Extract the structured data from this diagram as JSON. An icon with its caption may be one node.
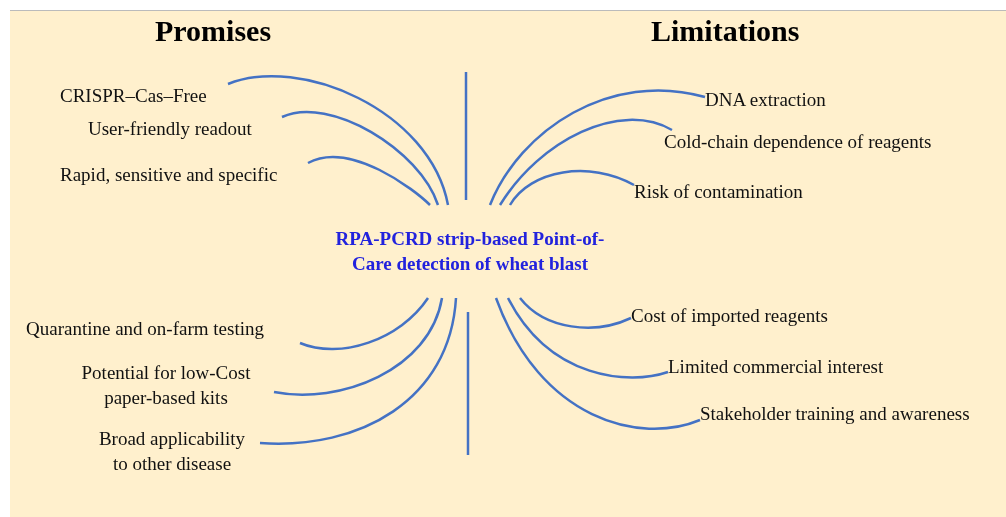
{
  "diagram": {
    "nodes": [
      {
        "text": [
          "RPA-PCRD strip-based Point-of-Care detection of wheat blast"
        ]
      },
      {
        "text": [
          "CRISPR–Cas–Free"
        ]
      },
      {
        "text": [
          "User-friendly readout"
        ]
      },
      {
        "text": [
          "Rapid, sensitive and specific"
        ]
      },
      {
        "text": [
          "Quarantine and on-farm testing"
        ]
      },
      {
        "text": [
          "Potential for low-Cost paper-based kits"
        ]
      },
      {
        "text": [
          "Broad applicability to other disease"
        ]
      },
      {
        "text": [
          "DNA extraction"
        ]
      },
      {
        "text": [
          "Cold-chain dependence of reagents"
        ]
      },
      {
        "text": [
          "Risk of contamination"
        ]
      },
      {
        "text": [
          "Cost of imported reagents"
        ]
      },
      {
        "text": [
          "Limited commercial interest"
        ]
      },
      {
        "text": [
          "Stakeholder training and awareness"
        ]
      }
    ],
    "edges": [
      {
        "from": 0,
        "to": 1,
        "arrow": "none"
      },
      {
        "from": 0,
        "to": 2,
        "arrow": "none"
      },
      {
        "from": 0,
        "to": 3,
        "arrow": "none"
      },
      {
        "from": 0,
        "to": 4,
        "arrow": "none"
      },
      {
        "from": 0,
        "to": 5,
        "arrow": "none"
      },
      {
        "from": 0,
        "to": 6,
        "arrow": "none"
      },
      {
        "from": 0,
        "to": 7,
        "arrow": "none"
      },
      {
        "from": 0,
        "to": 8,
        "arrow": "none"
      },
      {
        "from": 0,
        "to": 9,
        "arrow": "none"
      },
      {
        "from": 0,
        "to": 10,
        "arrow": "none"
      },
      {
        "from": 0,
        "to": 11,
        "arrow": "none"
      },
      {
        "from": 0,
        "to": 12,
        "arrow": "none"
      }
    ],
    "labels": [
      "Promises",
      "Limitations"
    ]
  }
}
